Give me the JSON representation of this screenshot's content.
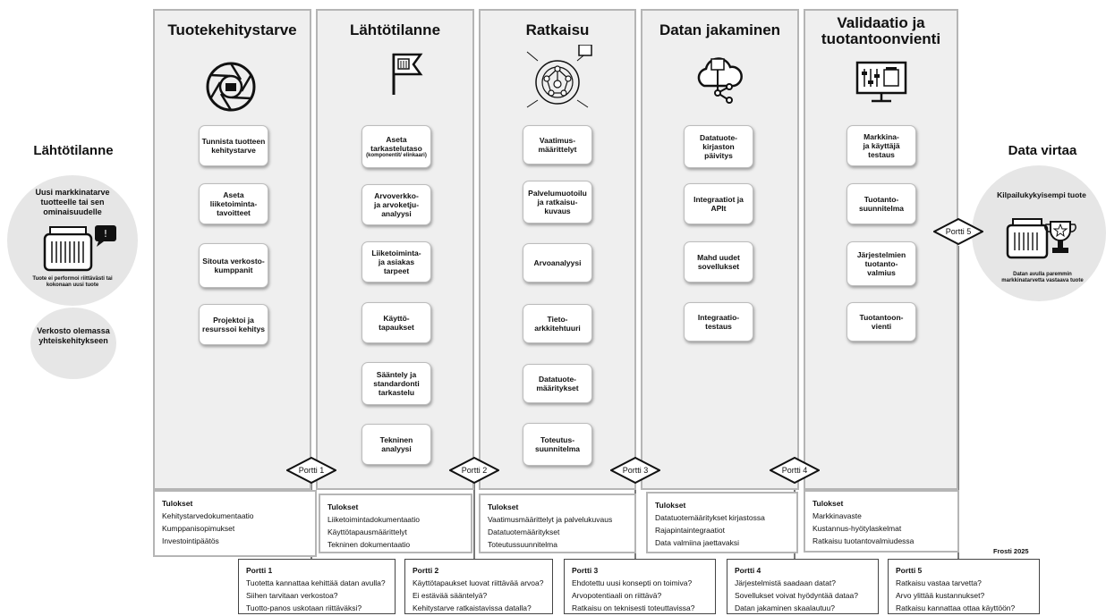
{
  "left_panel": {
    "title": "Lähtötilanne",
    "circle_top_text": "Uusi markkinatarve tuotteelle tai sen ominaisuudelle",
    "circle_note": "Tuote ei performoi riittävästi tai kokonaan uusi tuote",
    "circle_bottom_text": "Verkosto olemassa yhteiskehitykseen"
  },
  "right_panel": {
    "title": "Data virtaa",
    "circle_top_text": "Kilpailukykyisempi tuote",
    "circle_note": "Datan avulla paremmin markkinatarvetta vastaava tuote"
  },
  "columns": [
    {
      "title": "Tuotekehitystarve",
      "icon": "camera-aperture-icon",
      "steps": [
        "Tunnista tuotteen kehitystarve",
        "Aseta liiketoiminta-tavoitteet",
        "Sitouta verkosto-kumppanit",
        "Projektoi ja resurssoi kehitys"
      ]
    },
    {
      "title": "Lähtötilanne",
      "icon": "flag-icon",
      "steps": [
        "Aseta tarkastelutaso",
        "Arvoverkko-\nja arvoketju-\nanalyysi",
        "Liiketoiminta-\nja asiakas\ntarpeet",
        "Käyttö-\ntapaukset",
        "Sääntely ja\nstandardonti\ntarkastelu",
        "Tekninen\nanalyysi"
      ],
      "step0_sub": "(komponentit/ elinkaari)"
    },
    {
      "title": "Ratkaisu",
      "icon": "network-hub-icon",
      "steps": [
        "Vaatimus-\nmäärittelyt",
        "Palvelumuotoilu\nja ratkaisu-\nkuvaus",
        "Arvoanalyysi",
        "Tieto-\narkkitehtuuri",
        "Datatuote-\nmääritykset",
        "Toteutus-\nsuunnitelma"
      ]
    },
    {
      "title": "Datan jakaminen",
      "icon": "cloud-share-icon",
      "steps": [
        "Datatuote-\nkirjaston\npäivitys",
        "Integraatiot ja\nAPIt",
        "Mahd uudet\nsovellukset",
        "Integraatio-\ntestaus"
      ]
    },
    {
      "title": "Validaatio ja\ntuotantoonvienti",
      "icon": "monitor-controls-icon",
      "steps": [
        "Markkina-\nja käyttäjä\ntestaus",
        "Tuotanto-\nsuunnitelma",
        "Järjestelmien\ntuotanto-\nvalmius",
        "Tuotantoon-\nvienti"
      ]
    }
  ],
  "results": [
    {
      "heading": "Tulokset",
      "items": [
        "Kehitystarvedokumentaatio",
        "Kumppanisopimukset",
        "Investointipäätös"
      ]
    },
    {
      "heading": "Tulokset",
      "items": [
        "Liiketoimintadokumentaatio",
        "Käyttötapausmäärittelyt",
        "Tekninen dokumentaatio"
      ]
    },
    {
      "heading": "Tulokset",
      "items": [
        "Vaatimusmäärittelyt ja palvelukuvaus",
        "Datatuotemääritykset",
        "Toteutussuunnitelma"
      ]
    },
    {
      "heading": "Tulokset",
      "items": [
        "Datatuotemääritykset kirjastossa",
        "Rajapintaintegraatiot",
        "Data valmiina jaettavaksi"
      ]
    },
    {
      "heading": "Tulokset",
      "items": [
        "Markkinavaste",
        "Kustannus-hyötylaskelmat",
        "Ratkaisu tuotantovalmiudessa"
      ]
    }
  ],
  "gates": [
    {
      "label": "Portti 1",
      "heading": "Portti 1",
      "questions": [
        "Tuotetta kannattaa kehittää datan avulla?",
        "Siihen tarvitaan verkostoa?",
        "Tuotto-panos uskotaan riittäväksi?"
      ]
    },
    {
      "label": "Portti 2",
      "heading": "Portti 2",
      "questions": [
        "Käyttötapaukset luovat riittävää arvoa?",
        "Ei estävää sääntelyä?",
        "Kehitystarve ratkaistavissa datalla?"
      ]
    },
    {
      "label": "Portti 3",
      "heading": "Portti 3",
      "questions": [
        "Ehdotettu uusi konsepti on toimiva?",
        "Arvopotentiaali on riittävä?",
        "Ratkaisu on teknisesti toteuttavissa?"
      ]
    },
    {
      "label": "Portti 4",
      "heading": "Portti 4",
      "questions": [
        "Järjestelmistä saadaan datat?",
        "Sovellukset voivat hyödyntää dataa?",
        "Datan jakaminen skaalautuu?"
      ]
    },
    {
      "label": "Portti 5",
      "heading": "Portti 5",
      "questions": [
        "Ratkaisu vastaa tarvetta?",
        "Arvo ylittää kustannukset?",
        "Ratkaisu kannattaa ottaa käyttöön?"
      ]
    }
  ],
  "credit": "Frosti 2025",
  "colors": {
    "column_bg": "#efefef",
    "border": "#b5b5b5",
    "circle_bg": "#e6e6e6",
    "line": "#222222"
  }
}
